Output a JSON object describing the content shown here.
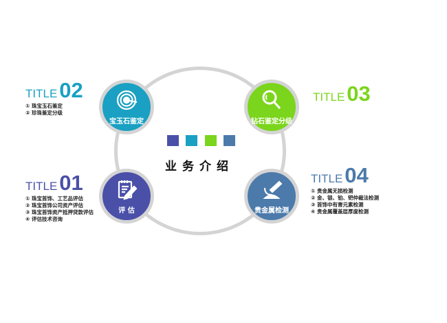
{
  "center": {
    "title": "业务介绍"
  },
  "colors": {
    "teal": "#1aa0c2",
    "green": "#7bd51c",
    "purple": "#4a50a8",
    "blue": "#4b7aab",
    "ring": "#d4d4d4"
  },
  "nodes": {
    "gem": {
      "label": "宝玉石鉴定",
      "icon": "target-icon"
    },
    "diamond": {
      "label": "钻石鉴定分级",
      "icon": "magnifier-icon"
    },
    "appraisal": {
      "label": "评 估",
      "icon": "notepad-pencil-icon"
    },
    "metal": {
      "label": "贵金属检测",
      "icon": "microscope-icon"
    }
  },
  "blocks": {
    "t02": {
      "word": "TITLE",
      "num": "02",
      "items": [
        "① 珠宝玉石鉴定",
        "② 珍珠鉴定分级"
      ]
    },
    "t01": {
      "word": "TITLE",
      "num": "01",
      "items": [
        "① 珠宝首饰、工艺品评估",
        "② 珠宝首饰公司资产评估",
        "③ 珠宝首饰资产抵押贷款评估",
        "④ 评估技术咨询"
      ]
    },
    "t03": {
      "word": "TITLE",
      "num": "03"
    },
    "t04": {
      "word": "TITLE",
      "num": "04",
      "items": [
        "① 贵金属无损检测",
        "② 金、银、铂、钯仲裁法检测",
        "③ 首饰中有害元素检测",
        "④ 贵金属覆盖层厚度检测"
      ]
    }
  }
}
